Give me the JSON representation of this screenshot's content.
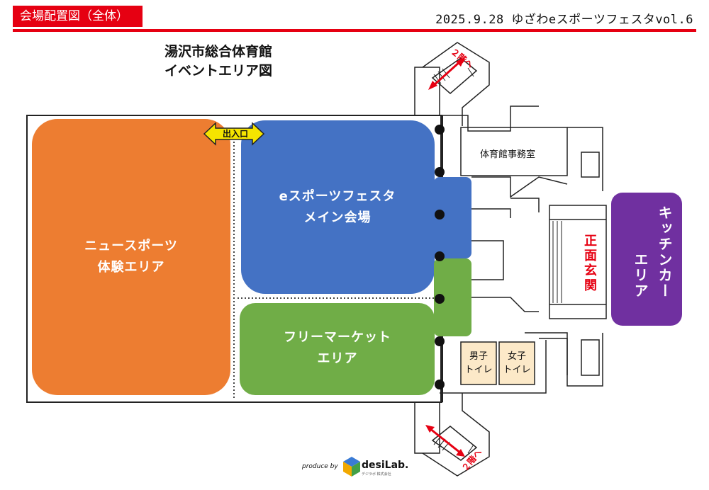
{
  "header": {
    "tag": "会場配置図（全体）",
    "event": "2025.9.28 ゆざわeスポーツフェスタvol.6"
  },
  "map": {
    "title_line1": "湯沢市総合体育館",
    "title_line2": "イベントエリア図",
    "exit": "出入口",
    "office": "体育館事務室",
    "entrance": "正面玄関",
    "stairs_top": "２階へ",
    "stairs_bottom": "２階へ"
  },
  "zones": {
    "new_sports": {
      "line1": "ニュースポーツ",
      "line2": "体験エリア",
      "color": "#ED7D31"
    },
    "esports": {
      "line1": "eスポーツフェスタ",
      "line2": "メイン会場",
      "color": "#4472C4"
    },
    "flea_market": {
      "line1": "フリーマーケット",
      "line2": "エリア",
      "color": "#70AD47"
    },
    "kitchen": {
      "line1": "キッチンカー",
      "line2": "エリア",
      "color": "#7030A0"
    }
  },
  "toilets": {
    "men": {
      "line1": "男子",
      "line2": "トイレ"
    },
    "women": {
      "line1": "女子",
      "line2": "トイレ"
    },
    "color": "#FCE9C8"
  },
  "footer": {
    "produce": "produce by",
    "brand": "desiLab.",
    "brand_sub": "デジラボ 株式会社"
  },
  "colors": {
    "accent": "#E60012"
  },
  "icons": [
    "exit-double-arrow-icon",
    "stairs-arrow-icon",
    "desilab-logo-icon"
  ]
}
